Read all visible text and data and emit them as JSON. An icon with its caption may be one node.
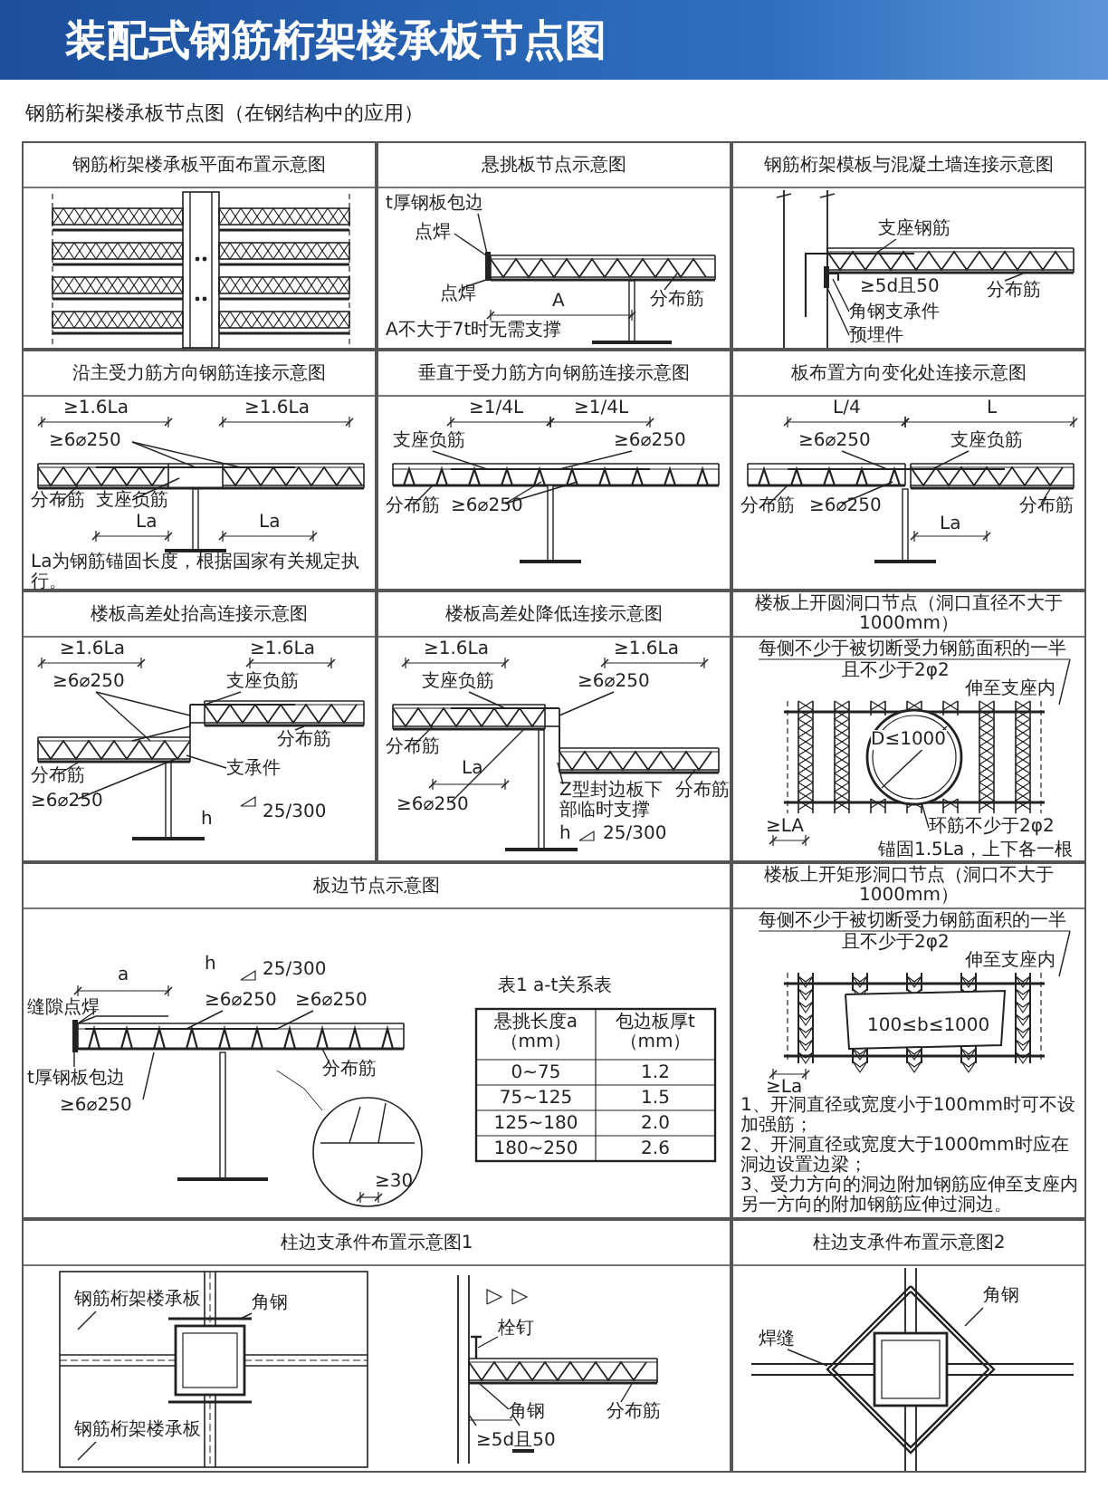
{
  "diagram": {
    "title": "装配式钢筋桁架楼承板节点图",
    "nodes": [
      {
        "text": [
          "钢筋桁架楼承板平面布置示意图"
        ]
      },
      {
        "text": [
          "悬挑板节点示意图"
        ]
      },
      {
        "text": [
          "钢筋桁架模板与混凝土墙连接示意图"
        ]
      },
      {
        "text": [
          "沿主受力筋方向钢筋连接示意图"
        ]
      },
      {
        "text": [
          "垂直于受力筋方向钢筋连接示意图"
        ]
      },
      {
        "text": [
          "板布置方向变化处连接示意图"
        ]
      },
      {
        "text": [
          "楼板高差处抬高连接示意图"
        ]
      },
      {
        "text": [
          "楼板高差处降低连接示意图"
        ]
      },
      {
        "text": [
          "楼板上开圆洞口节点（洞口直径不大于1000mm）"
        ]
      },
      {
        "text": [
          "板边节点示意图"
        ]
      },
      {
        "text": [
          "楼板上开矩形洞口节点（洞口不大于1000mm）"
        ]
      },
      {
        "text": [
          "柱边支承件布置示意图1"
        ]
      },
      {
        "text": [
          "柱边支承件布置示意图2"
        ]
      }
    ],
    "labels": [
      "钢筋桁架楼承板节点图（在钢结构中的应用）",
      "t厚钢板包边",
      "点焊",
      "点焊",
      "A",
      "分布筋",
      "A不大于7t时无需支撑",
      "支座钢筋",
      "≥5d且50",
      "分布筋",
      "角钢支承件",
      "预埋件",
      "≥1.6La",
      "≥1.6La",
      "≥6⌀250",
      "分布筋",
      "支座负筋",
      "La",
      "La",
      "La为钢筋锚固长度，根据国家有关规定执行。",
      "≥1/4L",
      "≥1/4L",
      "支座负筋",
      "≥6⌀250",
      "分布筋",
      "≥6⌀250",
      "L/4",
      "L",
      "≥6⌀250",
      "支座负筋",
      "分布筋",
      "≥6⌀250",
      "分布筋",
      "La",
      "≥1.6La",
      "≥1.6La",
      "≥6⌀250",
      "支座负筋",
      "分布筋",
      "分布筋",
      "≥6⌀250",
      "支承件",
      "h",
      "25/300",
      "≥1.6La",
      "≥1.6La",
      "支座负筋",
      "≥6⌀250",
      "分布筋",
      "La",
      "≥6⌀250",
      "Z型封边板下部临时支撑",
      "分布筋",
      "h",
      "25/300",
      "每侧不少于被切断受力钢筋面积的一半",
      "且不少于2φ2",
      "伸至支座内",
      "D≤1000",
      "≥LA",
      "环筋不少于2φ2",
      "锚固1.5La，上下各一根",
      "a",
      "h",
      "25/300",
      "缝隙点焊",
      "≥6⌀250",
      "≥6⌀250",
      "t厚钢板包边",
      "分布筋",
      "≥6⌀250",
      "≥30",
      "表1 a-t关系表",
      "悬挑长度a（mm）",
      "包边板厚t（mm）",
      "0~75",
      "1.2",
      "75~125",
      "1.5",
      "125~180",
      "2.0",
      "180~250",
      "2.6",
      "每侧不少于被切断受力钢筋面积的一半",
      "且不少于2φ2",
      "伸至支座内",
      "100≤b≤1000",
      "≥La",
      "1、开洞直径或宽度小于100mm时可不设加强筋；",
      "2、开洞直径或宽度大于1000mm时应在洞边设置边梁；",
      "3、受力方向的洞边附加钢筋应伸至支座内另一方向的附加钢筋应伸过洞边。",
      "钢筋桁架楼承板",
      "角钢",
      "钢筋桁架楼承板",
      "栓钉",
      "角钢",
      "分布筋",
      "≥5d且50",
      "角钢",
      "焊缝"
    ]
  }
}
